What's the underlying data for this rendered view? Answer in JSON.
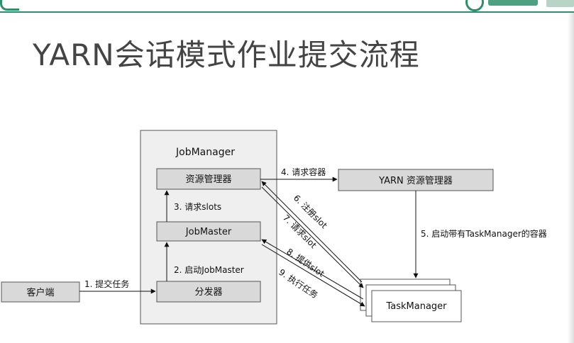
{
  "title": "YARN会话模式作业提交流程",
  "diagram": {
    "job_manager_title": "JobManager",
    "nodes": {
      "resource_manager": "资源管理器",
      "job_master": "JobMaster",
      "dispatcher": "分发器",
      "client": "客户端",
      "yarn_rm": "YARN 资源管理器",
      "task_manager": "TaskManager"
    },
    "edges": {
      "e1": "1. 提交任务",
      "e2": "2. 启动JobMaster",
      "e3": "3. 请求slots",
      "e4": "4. 请求容器",
      "e5": "5. 启动带有TaskManager的容器",
      "e6": "6. 注册slot",
      "e7": "7. 请求slot",
      "e8": "8. 提供slot",
      "e9": "9. 执行任务"
    }
  },
  "colors": {
    "node_fill": "#d9d9d9",
    "container_fill": "#efefef",
    "accent": "#2f8f6b"
  }
}
